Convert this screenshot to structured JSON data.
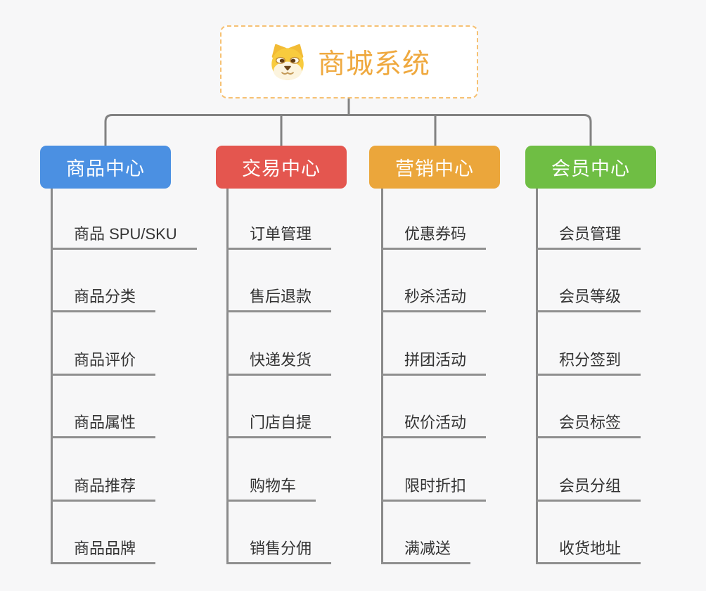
{
  "root": {
    "title": "商城系统",
    "icon": "shiba-dog-face",
    "accent_color": "#EFA93F",
    "border_color": "#F6C173"
  },
  "connector_color": "#828282",
  "branches": [
    {
      "label": "商品中心",
      "color": "#4B90E2",
      "items": [
        "商品 SPU/SKU",
        "商品分类",
        "商品评价",
        "商品属性",
        "商品推荐",
        "商品品牌"
      ]
    },
    {
      "label": "交易中心",
      "color": "#E4564F",
      "items": [
        "订单管理",
        "售后退款",
        "快递发货",
        "门店自提",
        "购物车",
        "销售分佣"
      ]
    },
    {
      "label": "营销中心",
      "color": "#EBA63B",
      "items": [
        "优惠券码",
        "秒杀活动",
        "拼团活动",
        "砍价活动",
        "限时折扣",
        "满减送"
      ]
    },
    {
      "label": "会员中心",
      "color": "#6FBE44",
      "items": [
        "会员管理",
        "会员等级",
        "积分签到",
        "会员标签",
        "会员分组",
        "收货地址"
      ]
    }
  ]
}
